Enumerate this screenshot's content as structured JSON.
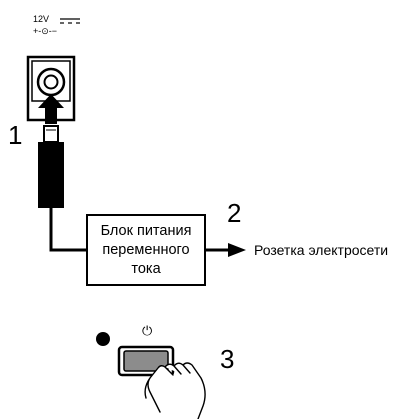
{
  "diagram": {
    "voltage_label": "12V",
    "polarity_label": "+-⊙-−",
    "steps": [
      "1",
      "2",
      "3"
    ],
    "adapter_lines": [
      "Блок питания",
      "переменного",
      "тока"
    ],
    "outlet_label": "Розетка электросети",
    "power_symbol": "⏻"
  }
}
